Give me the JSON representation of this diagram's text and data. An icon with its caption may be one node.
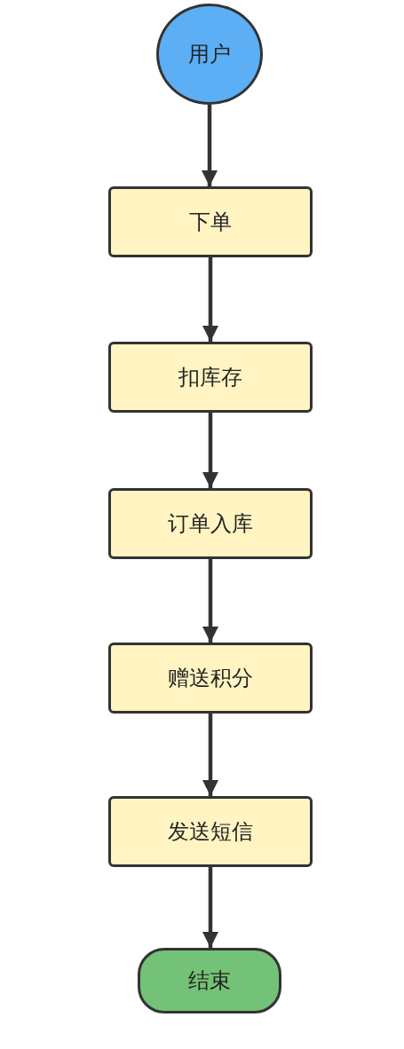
{
  "diagram": {
    "nodes": [
      {
        "text": [
          "用户"
        ]
      },
      {
        "text": [
          "下单"
        ]
      },
      {
        "text": [
          "扣库存"
        ]
      },
      {
        "text": [
          "订单入库"
        ]
      },
      {
        "text": [
          "赠送积分"
        ]
      },
      {
        "text": [
          "发送短信"
        ]
      },
      {
        "text": [
          "结束"
        ]
      }
    ],
    "edges": [
      {
        "from": 0,
        "to": 1,
        "arrow": "to"
      },
      {
        "from": 1,
        "to": 2,
        "arrow": "to"
      },
      {
        "from": 2,
        "to": 3,
        "arrow": "to"
      },
      {
        "from": 3,
        "to": 4,
        "arrow": "to"
      },
      {
        "from": 4,
        "to": 5,
        "arrow": "to"
      },
      {
        "from": 5,
        "to": 6,
        "arrow": "to"
      }
    ]
  }
}
